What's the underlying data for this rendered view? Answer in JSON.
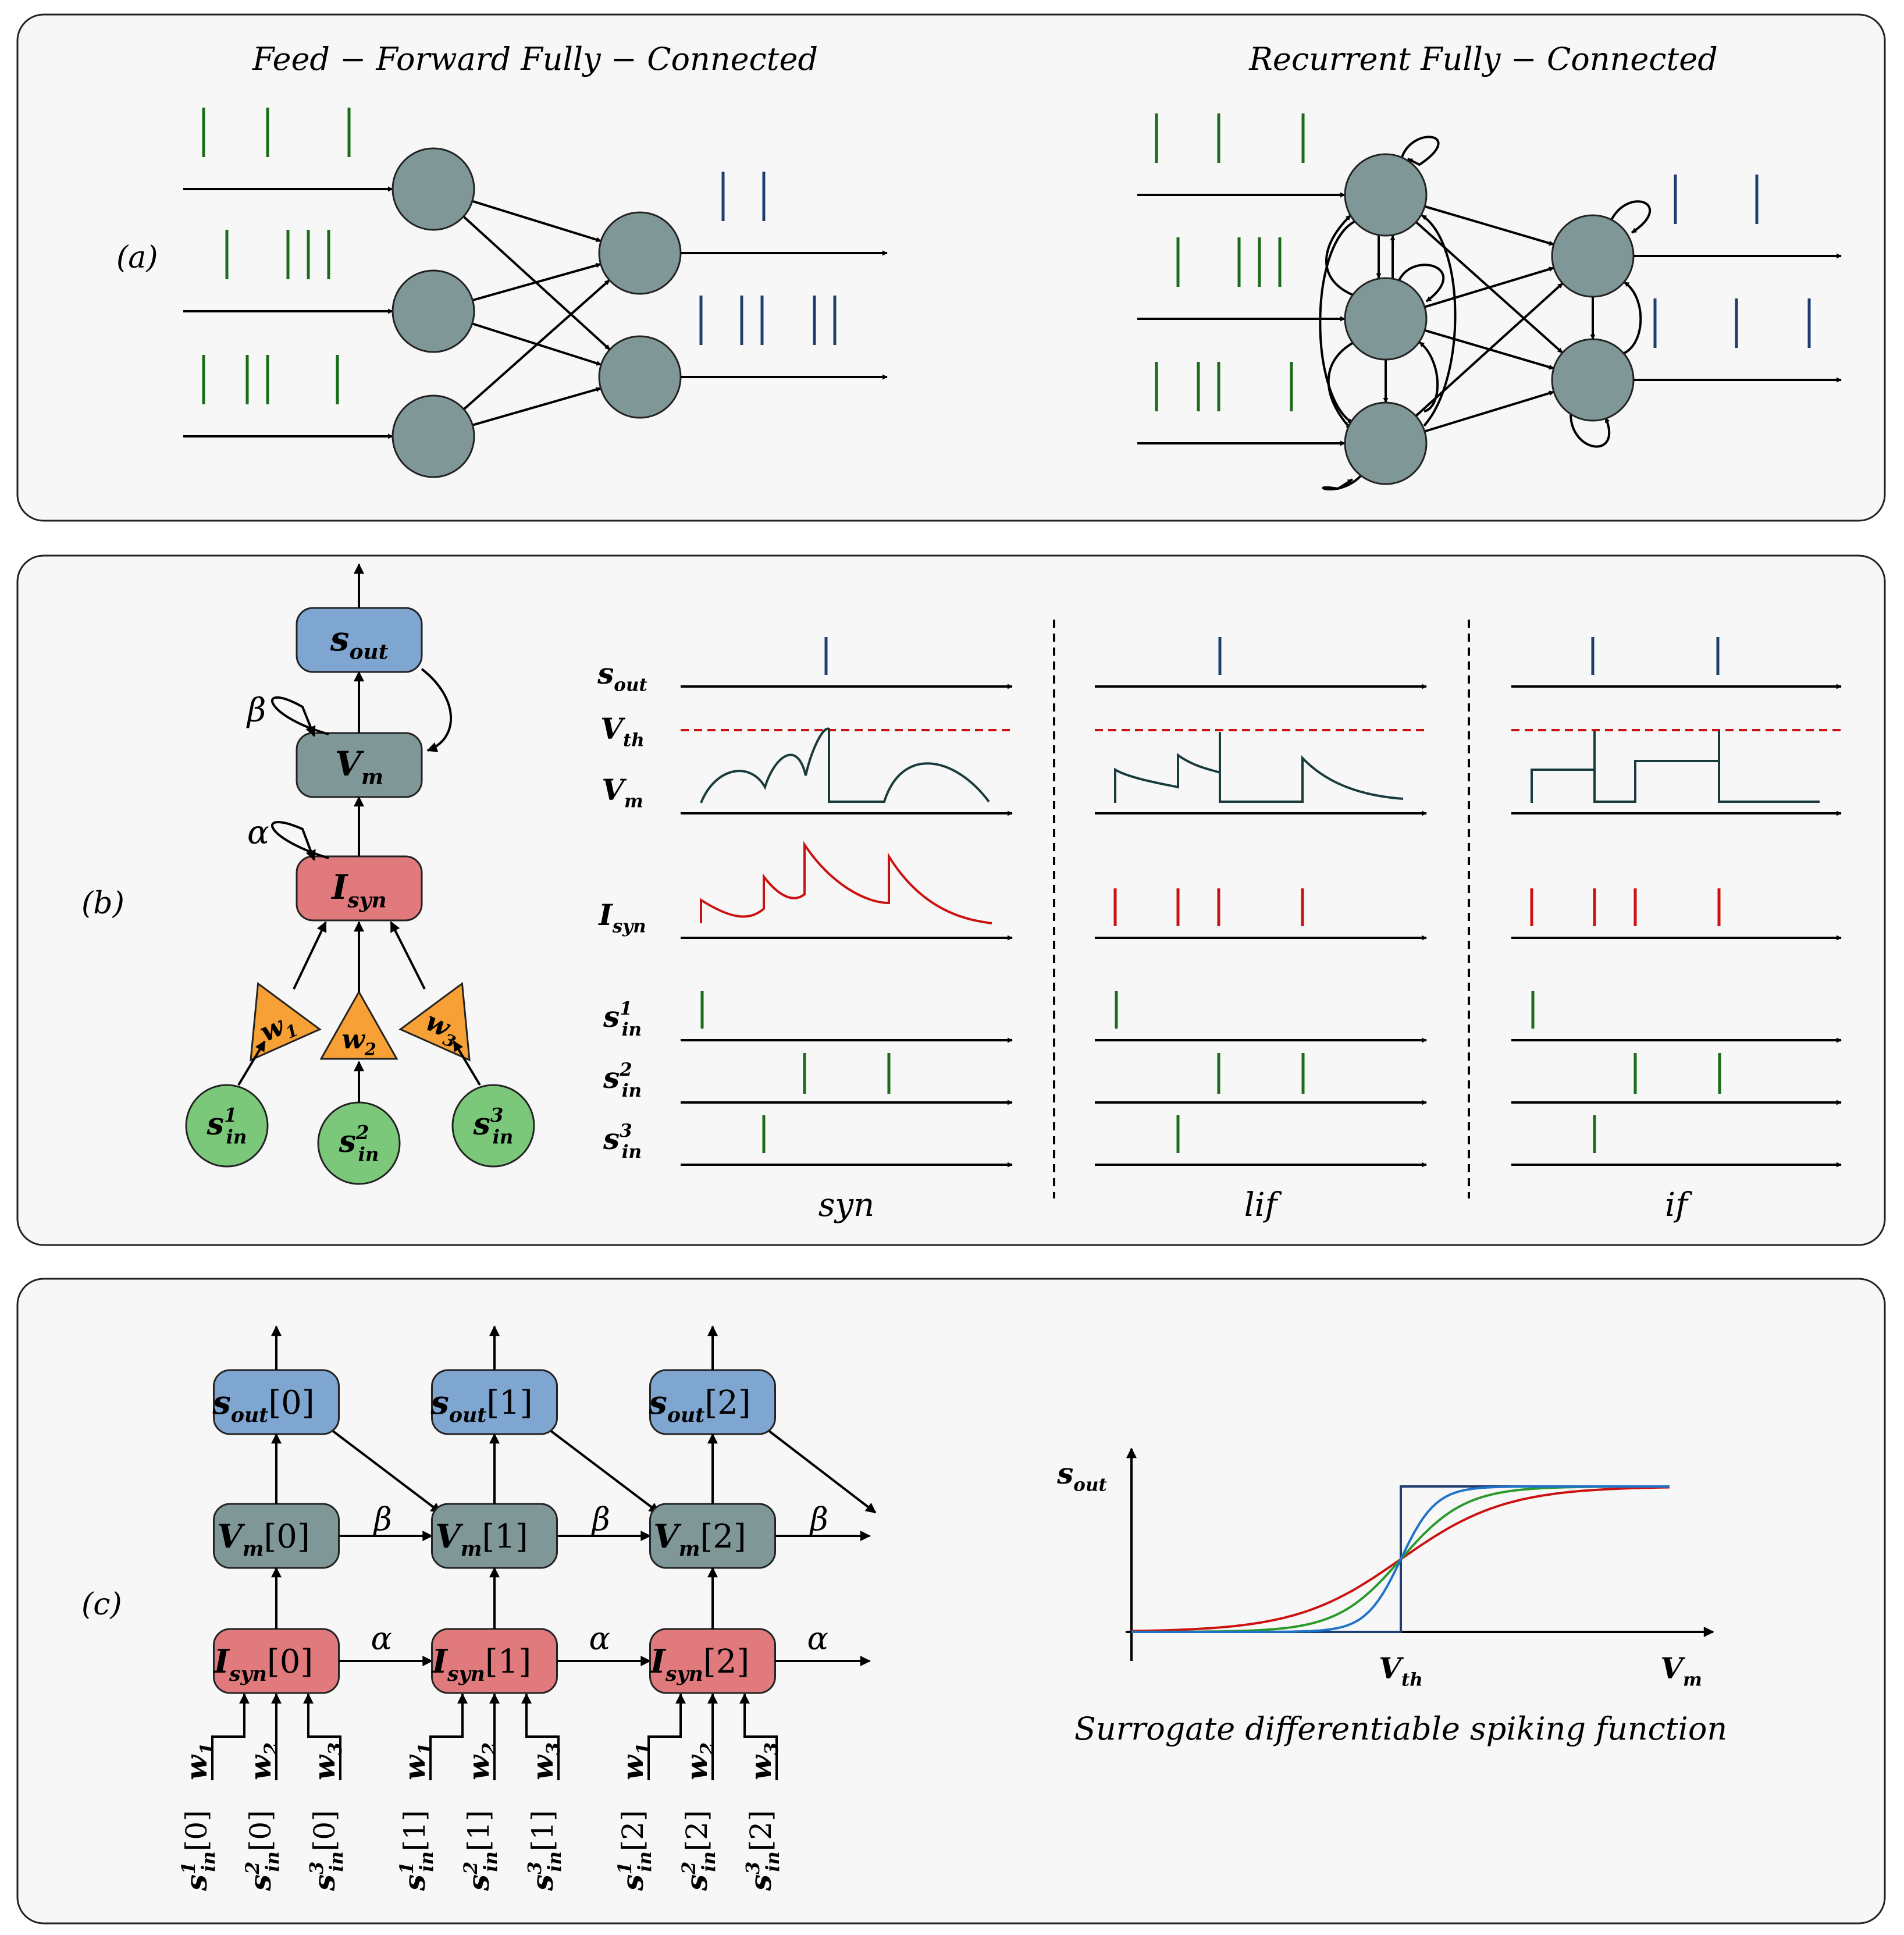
{
  "panel_a": {
    "label": "(a)",
    "ff_title": "Feed − Forward Fully − Connected",
    "rec_title": "Recurrent Fully − Connected"
  },
  "panel_b": {
    "label": "(b)",
    "blocks": {
      "sout": {
        "base": "s",
        "sub": "out"
      },
      "vm": {
        "base": "V",
        "sub": "m"
      },
      "isyn": {
        "base": "I",
        "sub": "syn"
      },
      "alpha": "α",
      "beta": "β",
      "w1": {
        "base": "w",
        "sub": "1"
      },
      "w2": {
        "base": "w",
        "sub": "2"
      },
      "w3": {
        "base": "w",
        "sub": "3"
      },
      "sin1": {
        "base": "s",
        "sup": "1",
        "sub": "in"
      },
      "sin2": {
        "base": "s",
        "sup": "2",
        "sub": "in"
      },
      "sin3": {
        "base": "s",
        "sup": "3",
        "sub": "in"
      }
    },
    "rows": {
      "sout": {
        "base": "s",
        "sub": "out"
      },
      "vth": {
        "base": "V",
        "sub": "th"
      },
      "vm": {
        "base": "V",
        "sub": "m"
      },
      "isyn": {
        "base": "I",
        "sub": "syn"
      },
      "sin1": {
        "base": "s",
        "sup": "1",
        "sub": "in"
      },
      "sin2": {
        "base": "s",
        "sup": "2",
        "sub": "in"
      },
      "sin3": {
        "base": "s",
        "sup": "3",
        "sub": "in"
      }
    },
    "columns": [
      "syn",
      "lif",
      "if"
    ]
  },
  "panel_c": {
    "label": "(c)",
    "steps": [
      "0",
      "1",
      "2"
    ],
    "alpha": "α",
    "beta": "β",
    "sout": {
      "base": "s",
      "sub": "out"
    },
    "vm": {
      "base": "V",
      "sub": "m"
    },
    "isyn": {
      "base": "I",
      "sub": "syn"
    },
    "w": [
      "1",
      "2",
      "3"
    ],
    "plot": {
      "ylabel": {
        "base": "s",
        "sub": "out"
      },
      "xtick": {
        "base": "V",
        "sub": "th"
      },
      "xlabel": {
        "base": "V",
        "sub": "m"
      },
      "caption": "Surrogate differentiable spiking function"
    }
  },
  "colors": {
    "neuron": "#7f9796",
    "spike_in": "#1a6b1a",
    "spike_out": "#1f3d6e",
    "syn_red": "#cc1111",
    "block_blue": "#7fa6d1",
    "block_gray": "#7f9796",
    "block_red": "#e17a7d",
    "weight_orange": "#f6a035",
    "input_green": "#7bc87b",
    "panel_bg": "#f7f7f7"
  }
}
